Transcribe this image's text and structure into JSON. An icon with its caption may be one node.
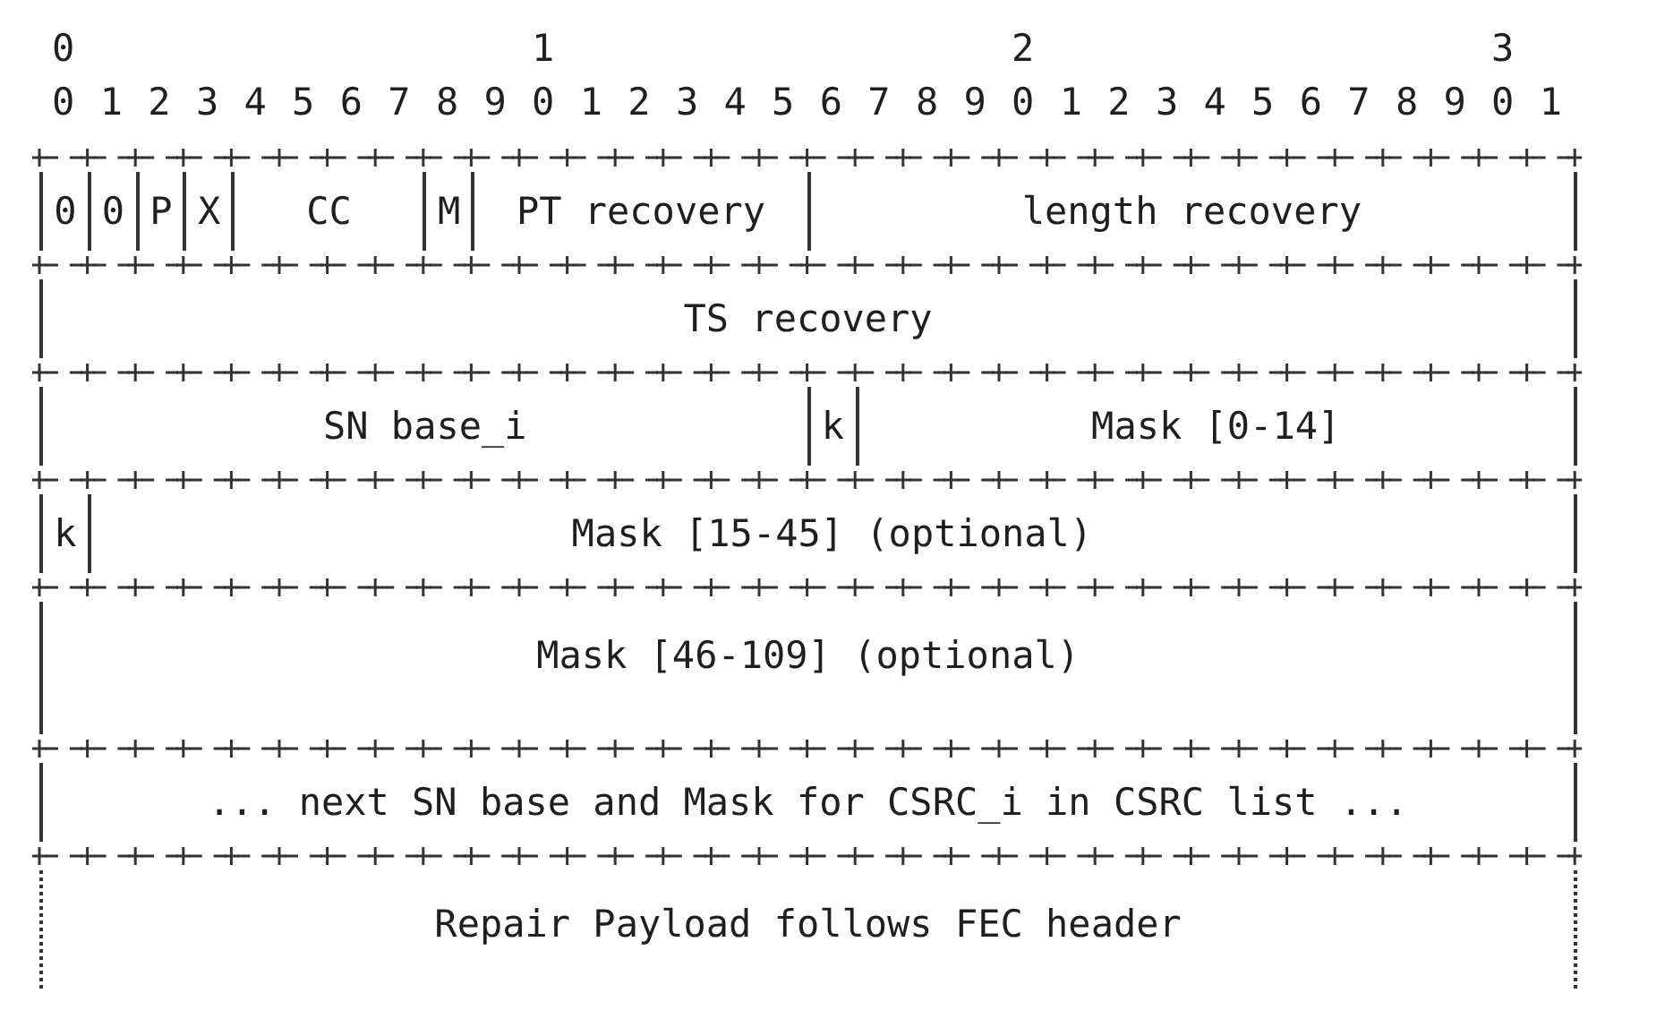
{
  "diagram": {
    "nodes": [
      {
        "text": [
          "0"
        ]
      },
      {
        "text": [
          "0"
        ]
      },
      {
        "text": [
          "P"
        ]
      },
      {
        "text": [
          "X"
        ]
      },
      {
        "text": [
          "CC"
        ]
      },
      {
        "text": [
          "M"
        ]
      },
      {
        "text": [
          "PT recovery"
        ]
      },
      {
        "text": [
          "length recovery"
        ]
      },
      {
        "text": [
          "TS recovery"
        ]
      },
      {
        "text": [
          "SN base_i"
        ]
      },
      {
        "text": [
          "k"
        ]
      },
      {
        "text": [
          "Mask [0-14]"
        ]
      },
      {
        "text": [
          "k"
        ]
      },
      {
        "text": [
          "Mask [15-45] (optional)"
        ]
      },
      {
        "text": [
          "Mask [46-109] (optional)"
        ]
      },
      {
        "text": [
          "... next SN base and Mask for CSRC_i in CSRC list ..."
        ]
      },
      {
        "text": [
          "Repair Payload follows FEC header"
        ]
      }
    ],
    "labels": [
      "0",
      "1",
      "2",
      "3",
      "0",
      "1",
      "2",
      "3",
      "4",
      "5",
      "6",
      "7",
      "8",
      "9",
      "0",
      "1",
      "2",
      "3",
      "4",
      "5",
      "6",
      "7",
      "8",
      "9",
      "0",
      "1",
      "2",
      "3",
      "4",
      "5",
      "6",
      "7",
      "8",
      "9",
      "0",
      "1"
    ]
  }
}
